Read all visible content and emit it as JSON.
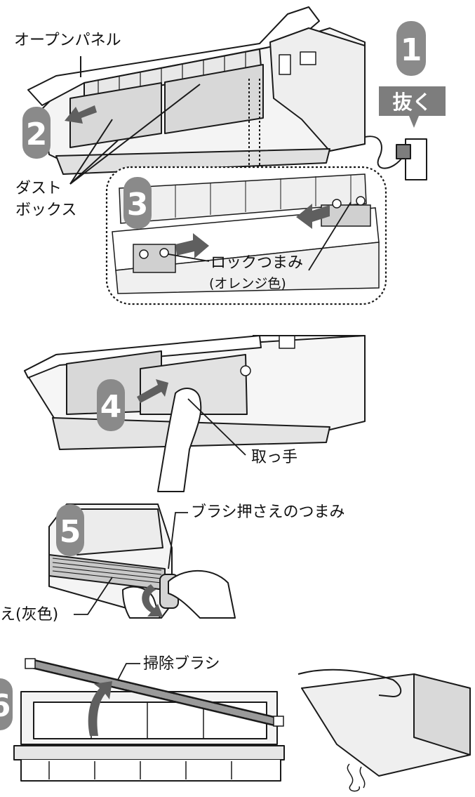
{
  "steps": [
    {
      "number": "1",
      "action": "抜く"
    },
    {
      "number": "2"
    },
    {
      "number": "3"
    },
    {
      "number": "4"
    },
    {
      "number": "5"
    },
    {
      "number": "6"
    }
  ],
  "labels": {
    "open_panel": "オープンパネル",
    "dust_box_line1": "ダスト",
    "dust_box_line2": "ボックス",
    "lock_knob": "ロックつまみ",
    "lock_knob_note": "(オレンジ色)",
    "handle": "取っ手",
    "brush_holder_knob": "ブラシ押さえのつまみ",
    "brush_holder_gray": "え(灰色)",
    "cleaning_brush": "掃除ブラシ"
  },
  "colors": {
    "badge": "#8a8a8a",
    "arrow": "#5f5f5f",
    "line": "#1a1a1a",
    "fill_light": "#ececec",
    "fill_mid": "#d4d4d4"
  }
}
